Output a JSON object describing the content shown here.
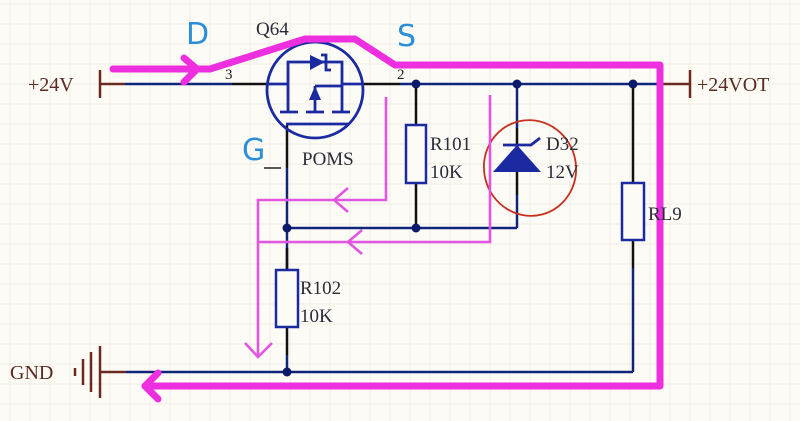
{
  "diagram": {
    "type": "circuit-schematic",
    "background_color": "#fdfbf5",
    "wire_color": "#10247a",
    "component_color": "#1b2aa0",
    "highlight_color": "#ee2fe0",
    "annotation_color": "#2a8fd8",
    "circle_color": "#c8301e"
  },
  "nets": {
    "input": "+24V",
    "output": "+24VOT",
    "ground": "GND"
  },
  "components": {
    "mosfet": {
      "ref": "Q64",
      "type": "POMS",
      "pin_drain": "3",
      "pin_source": "2"
    },
    "r101": {
      "ref": "R101",
      "value": "10K"
    },
    "r102": {
      "ref": "R102",
      "value": "10K"
    },
    "zener": {
      "ref": "D32",
      "value": "12V"
    },
    "load": {
      "ref": "RL9"
    }
  },
  "annotations": {
    "drain_letter": "D",
    "source_letter": "S",
    "gate_letter": "G"
  }
}
